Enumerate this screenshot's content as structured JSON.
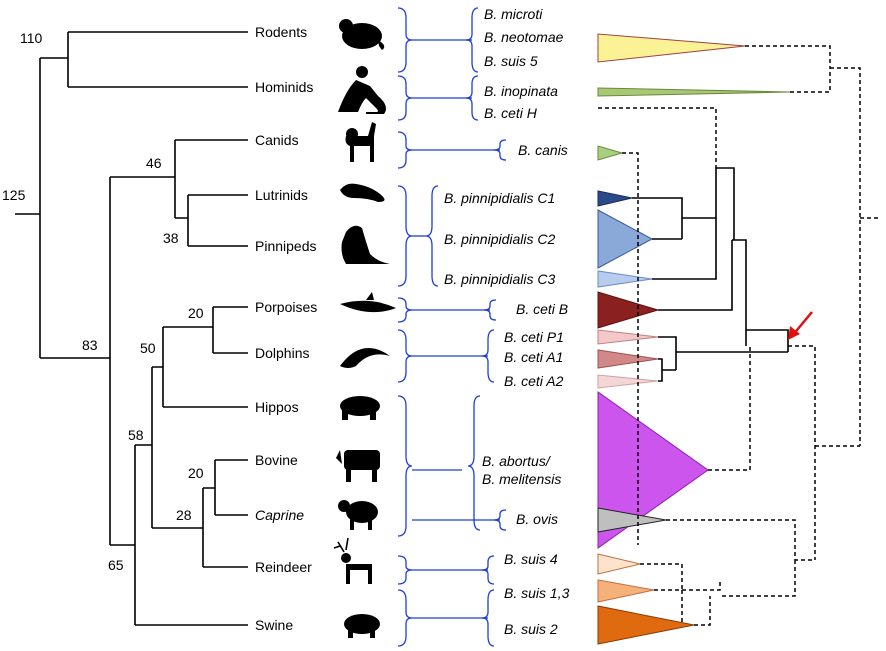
{
  "host_tree": {
    "bootstrap_values": [
      "110",
      "125",
      "46",
      "38",
      "83",
      "20",
      "50",
      "58",
      "20",
      "28",
      "65"
    ],
    "hosts": [
      "Rodents",
      "Hominids",
      "Canids",
      "Lutrinids",
      "Pinnipeds",
      "Porpoises",
      "Dolphins",
      "Hippos",
      "Bovine",
      "Caprine",
      "Reindeer",
      "Swine"
    ]
  },
  "brucella": [
    "B. microti",
    "B. neotomae",
    "B. suis 5",
    "B. inopinata",
    "B. ceti H",
    "B. canis",
    "B. pinnipidialis C1",
    "B. pinnipidialis C2",
    "B. pinnipidialis C3",
    "B. ceti B",
    "B. ceti P1",
    "B. ceti A1",
    "B. ceti A2",
    "B. abortus/",
    "B. melitensis",
    "B. ovis",
    "B. suis 4",
    "B. suis 1,3",
    "B. suis 2"
  ],
  "clade_colors": {
    "suis5_group": "#fbf296",
    "inopinata": "#a8c878",
    "canis": "#a8d080",
    "pinnipedC1": "#2a4a8a",
    "pinnipedC2": "#8aa8d8",
    "pinnipedC3": "#b8cdee",
    "cetiB": "#8a2020",
    "cetiP1": "#f2c8c8",
    "cetiA1": "#d08888",
    "cetiA2": "#f5d6d6",
    "abortus": "#cc55ee",
    "ovis": "#bfbfbf",
    "suis4": "#fde2cc",
    "suis13": "#f6b07a",
    "suis2": "#e06a10",
    "arrow": "#e01010",
    "bracket": "#1f3fd8"
  }
}
